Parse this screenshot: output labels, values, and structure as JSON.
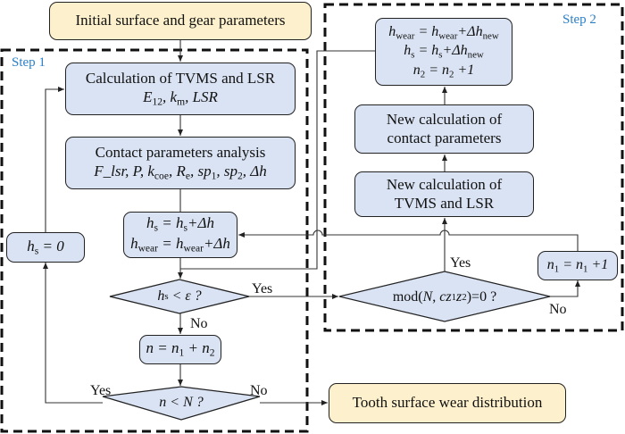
{
  "start": {
    "label": "Initial surface and gear parameters"
  },
  "step1": {
    "label": "Step 1",
    "calc_tvms": {
      "title": "Calculation of TVMS and LSR",
      "params": "E12, km, LSR"
    },
    "contact": {
      "title": "Contact parameters analysis",
      "params": "F_lsr, P, kcoe, Re, sp1, sp2, Δh"
    },
    "update": {
      "line1": "hs = hs+Δh",
      "line2": "hwear = hwear+Δh"
    },
    "reset": {
      "label": "hs = 0"
    },
    "decision_eps": {
      "label": "hs < ε ?",
      "yes": "Yes",
      "no": "No"
    },
    "sum": {
      "label": "n = n1 + n2"
    },
    "decision_n": {
      "label": "n < N ?",
      "yes": "Yes",
      "no": "No"
    }
  },
  "step2": {
    "label": "Step 2",
    "update_new": {
      "line1": "hwear = hwear+Δhnew",
      "line2": "hs = hs+Δhnew",
      "line3": "n2 = n2 +1"
    },
    "new_contact": {
      "line1": "New calculation of",
      "line2": "contact parameters"
    },
    "new_tvms": {
      "line1": "New calculation of",
      "line2": "TVMS and LSR"
    },
    "increment": {
      "label": "n1 = n1 +1"
    },
    "decision_mod": {
      "label": "mod(N, cz1z2)=0 ?",
      "yes": "Yes",
      "no": "No"
    }
  },
  "end": {
    "label": "Tooth surface wear distribution"
  },
  "colors": {
    "process_fill": "#dae3f3",
    "terminal_fill": "#fdf0cc",
    "step_label": "#2a80c8",
    "stroke": "#222222"
  }
}
